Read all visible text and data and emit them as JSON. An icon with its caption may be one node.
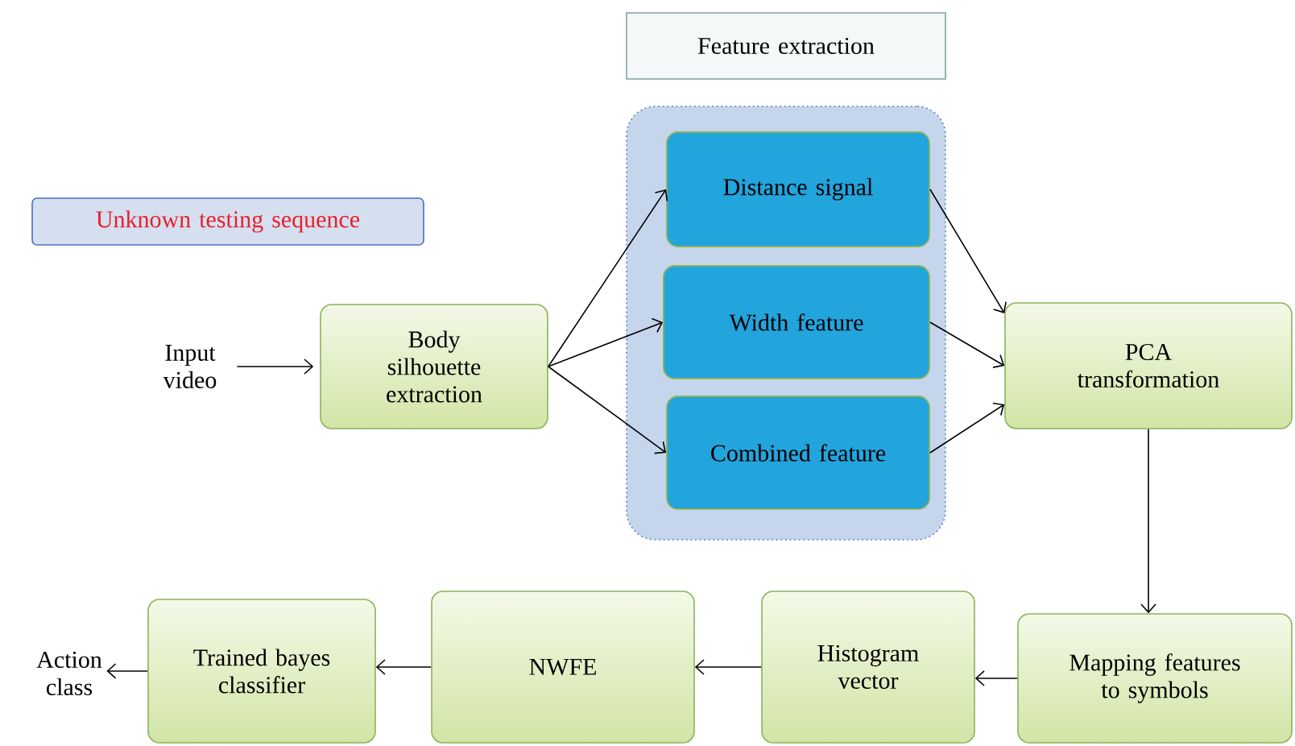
{
  "diagram": {
    "nodes": [
      {
        "text": [
          "Unknown testing sequence"
        ]
      },
      {
        "text": [
          "Feature extraction"
        ]
      },
      {
        "text": [],
        "shape": "box"
      },
      {
        "text": [
          "Distance signal"
        ],
        "in": 2
      },
      {
        "text": [
          "Width feature"
        ],
        "in": 2
      },
      {
        "text": [
          "Combined feature"
        ],
        "in": 2
      },
      {
        "text": [
          "Input video"
        ]
      },
      {
        "text": [
          "Body silhouette extraction"
        ]
      },
      {
        "text": [
          "PCA transformation"
        ]
      },
      {
        "text": [
          "Mapping features to symbols"
        ]
      },
      {
        "text": [
          "Histogram vector"
        ]
      },
      {
        "text": [
          "NWFE"
        ]
      },
      {
        "text": [
          "Trained bayes classifier"
        ]
      },
      {
        "text": [
          "Action class"
        ]
      }
    ],
    "edges": [
      {
        "from": 6,
        "to": 7,
        "arrow": "to"
      },
      {
        "from": 7,
        "to": 3,
        "arrow": "to"
      },
      {
        "from": 7,
        "to": 4,
        "arrow": "to"
      },
      {
        "from": 7,
        "to": 5,
        "arrow": "to"
      },
      {
        "from": 3,
        "to": 8,
        "arrow": "to"
      },
      {
        "from": 4,
        "to": 8,
        "arrow": "to"
      },
      {
        "from": 5,
        "to": 8,
        "arrow": "to"
      },
      {
        "from": 8,
        "to": 9,
        "arrow": "to"
      },
      {
        "from": 9,
        "to": 10,
        "arrow": "to"
      },
      {
        "from": 10,
        "to": 11,
        "arrow": "to"
      },
      {
        "from": 11,
        "to": 12,
        "arrow": "to"
      },
      {
        "from": 12,
        "to": 13,
        "arrow": "to"
      }
    ]
  }
}
